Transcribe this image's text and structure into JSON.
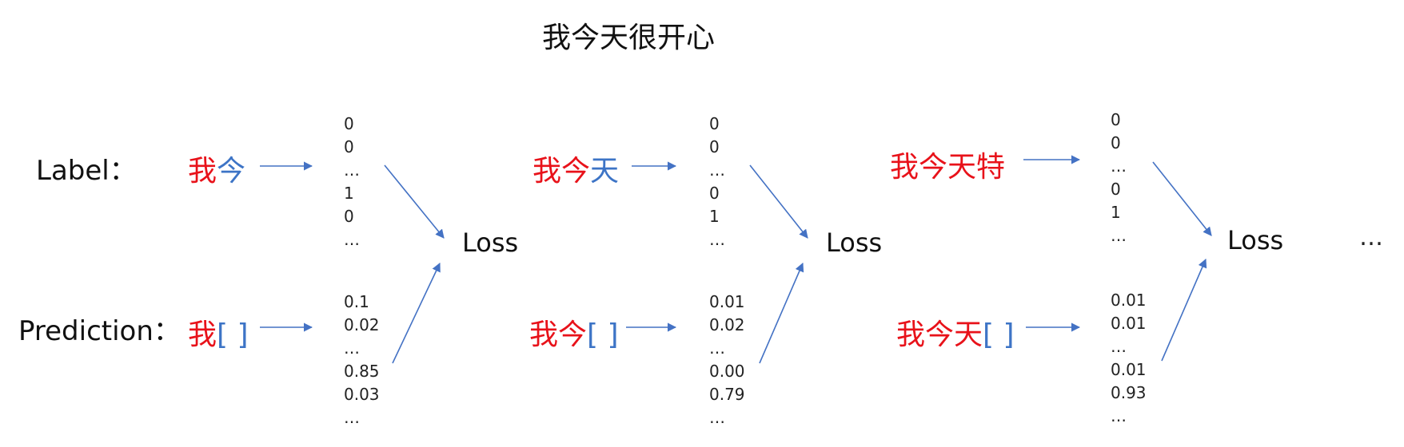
{
  "title": "我今天很开心",
  "row_labels": {
    "label": "Label：",
    "prediction": "Prediction："
  },
  "steps": [
    {
      "label_seq": [
        {
          "text": "我",
          "color": "red"
        },
        {
          "text": "今",
          "color": "blue"
        }
      ],
      "label_vec": [
        "0",
        "0",
        "…",
        "1",
        "0",
        "…"
      ],
      "pred_seq": [
        {
          "text": "我",
          "color": "red"
        },
        {
          "text": "[ ]",
          "color": "blue"
        }
      ],
      "pred_vec": [
        "0.1",
        "0.02",
        "…",
        "0.85",
        "0.03",
        "…"
      ],
      "loss": "Loss"
    },
    {
      "label_seq": [
        {
          "text": "我今",
          "color": "red"
        },
        {
          "text": "天",
          "color": "blue"
        }
      ],
      "label_vec": [
        "0",
        "0",
        "…",
        "0",
        "1",
        "…"
      ],
      "pred_seq": [
        {
          "text": "我今",
          "color": "red"
        },
        {
          "text": "[ ]",
          "color": "blue"
        }
      ],
      "pred_vec": [
        "0.01",
        "0.02",
        "…",
        "0.00",
        "0.79",
        "…"
      ],
      "loss": "Loss"
    },
    {
      "label_seq": [
        {
          "text": "我今天特",
          "color": "red"
        }
      ],
      "label_vec": [
        "0",
        "0",
        "…",
        "0",
        "1",
        "…"
      ],
      "pred_seq": [
        {
          "text": "我今天",
          "color": "red"
        },
        {
          "text": "[ ]",
          "color": "blue"
        }
      ],
      "pred_vec": [
        "0.01",
        "0.01",
        "…",
        "0.01",
        "0.93",
        "…"
      ],
      "loss": "Loss"
    }
  ],
  "trailing_ellipsis": "…",
  "colors": {
    "red": "#e8121a",
    "blue": "#3d74c6",
    "arrow": "#4472c4"
  }
}
